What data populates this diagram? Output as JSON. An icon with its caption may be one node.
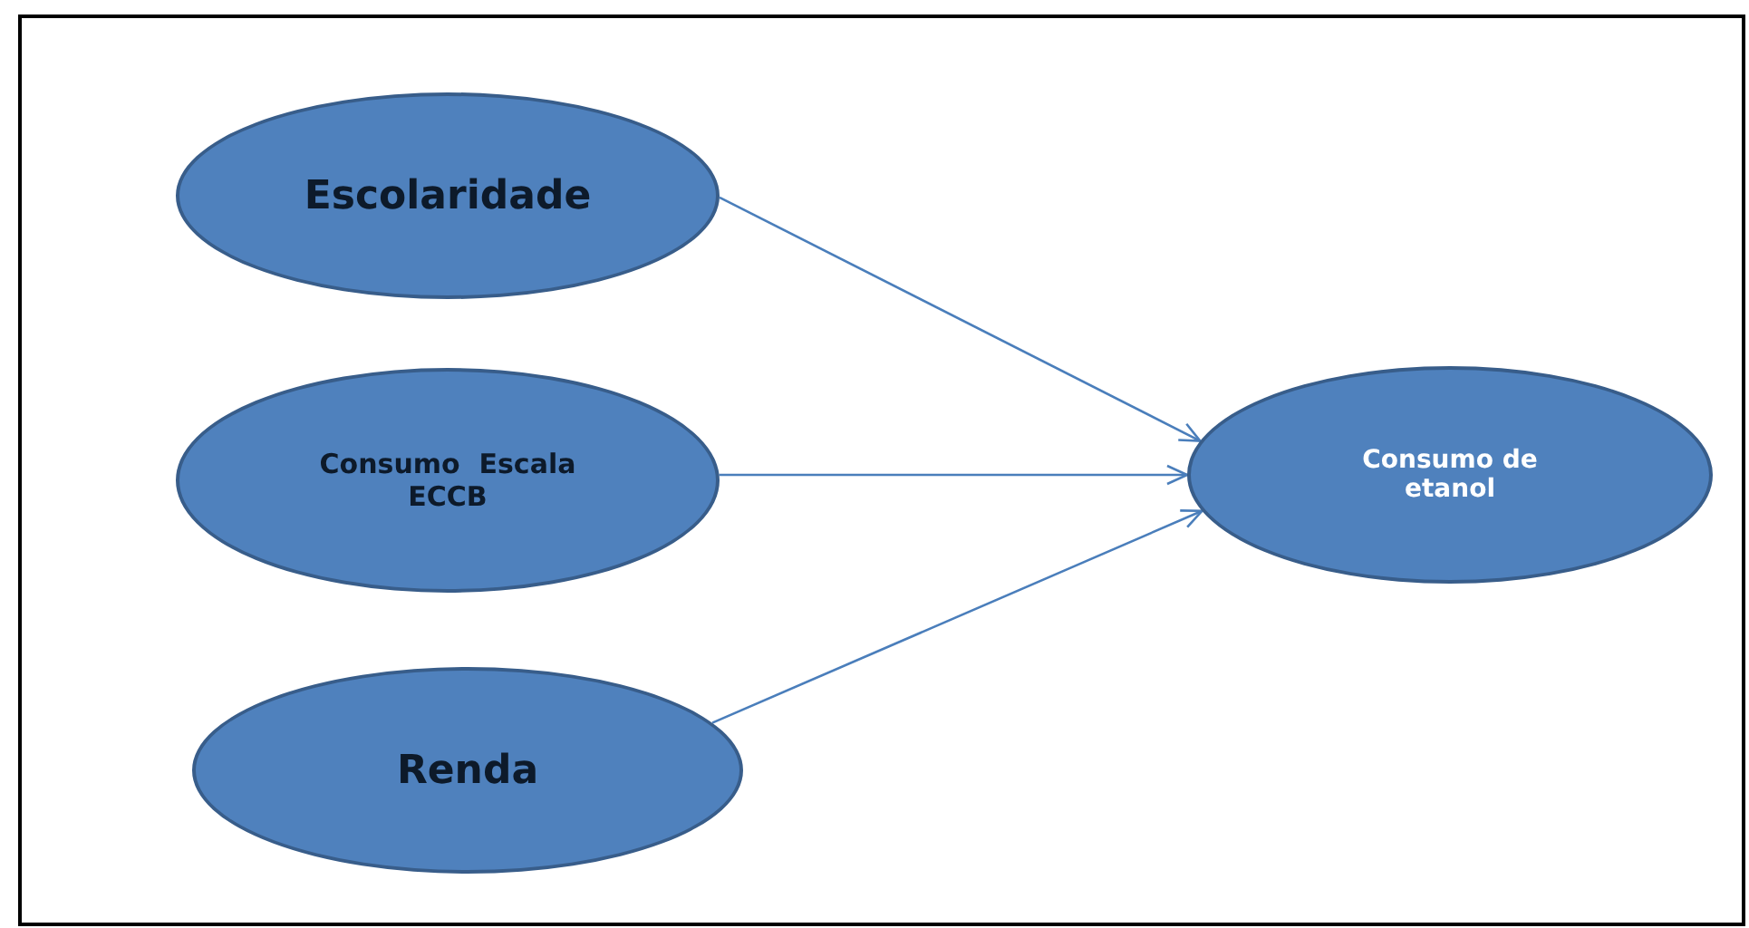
{
  "diagram": {
    "nodes": [
      {
        "text": [
          "Escolaridade"
        ]
      },
      {
        "text": [
          "Consumo  Escala ECCB"
        ]
      },
      {
        "text": [
          "Renda"
        ]
      },
      {
        "text": [
          "Consumo de etanol"
        ]
      }
    ],
    "edges": [
      {
        "from": 0,
        "to": 3,
        "arrow": "to"
      },
      {
        "from": 1,
        "to": 3,
        "arrow": "to"
      },
      {
        "from": 2,
        "to": 3,
        "arrow": "to"
      }
    ]
  }
}
